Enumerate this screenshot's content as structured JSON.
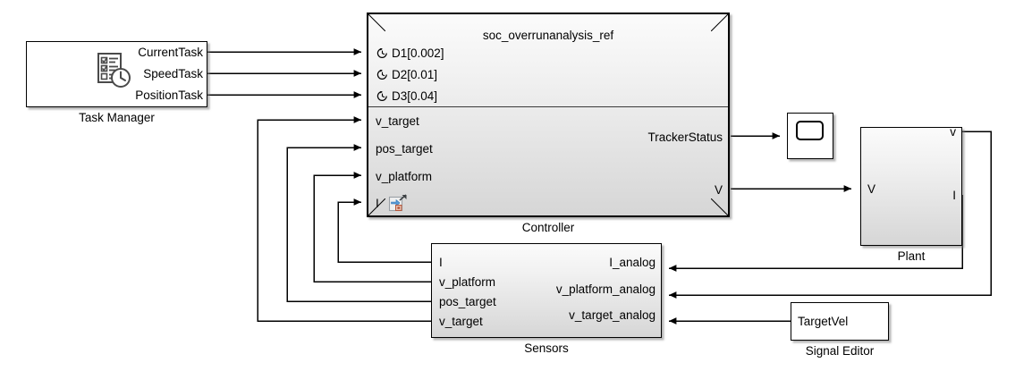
{
  "diagram": {
    "title": "soc_overrunanalysis_ref",
    "background": "#ffffff",
    "line_color": "#000000"
  },
  "blocks": {
    "task_manager": {
      "label": "Task Manager",
      "icon": "task-manager-checklist-clock-icon",
      "outputs": [
        "CurrentTask",
        "SpeedTask",
        "PositionTask"
      ]
    },
    "controller": {
      "label": "Controller",
      "title": "soc_overrunanalysis_ref",
      "badge_icon": "model-reference-badge-icon",
      "rate_ports": [
        {
          "name": "D1[0.002]",
          "icon": "clock-icon"
        },
        {
          "name": "D2[0.01]",
          "icon": "clock-icon"
        },
        {
          "name": "D3[0.04]",
          "icon": "clock-icon"
        }
      ],
      "inputs": [
        "v_target",
        "pos_target",
        "v_platform",
        "I"
      ],
      "outputs": [
        "TrackerStatus",
        "V"
      ]
    },
    "sensors": {
      "label": "Sensors",
      "inputs": [
        "I",
        "v_platform",
        "pos_target",
        "v_target"
      ],
      "analog_ports": [
        "I_analog",
        "v_platform_analog",
        "v_target_analog"
      ]
    },
    "plant": {
      "label": "Plant",
      "inputs": [
        "V"
      ],
      "outputs": [
        "v",
        "I"
      ]
    },
    "signal_editor": {
      "label": "Signal Editor",
      "signal_name": "TargetVel"
    },
    "scope": {
      "label": "",
      "icon": "scope-icon"
    }
  }
}
